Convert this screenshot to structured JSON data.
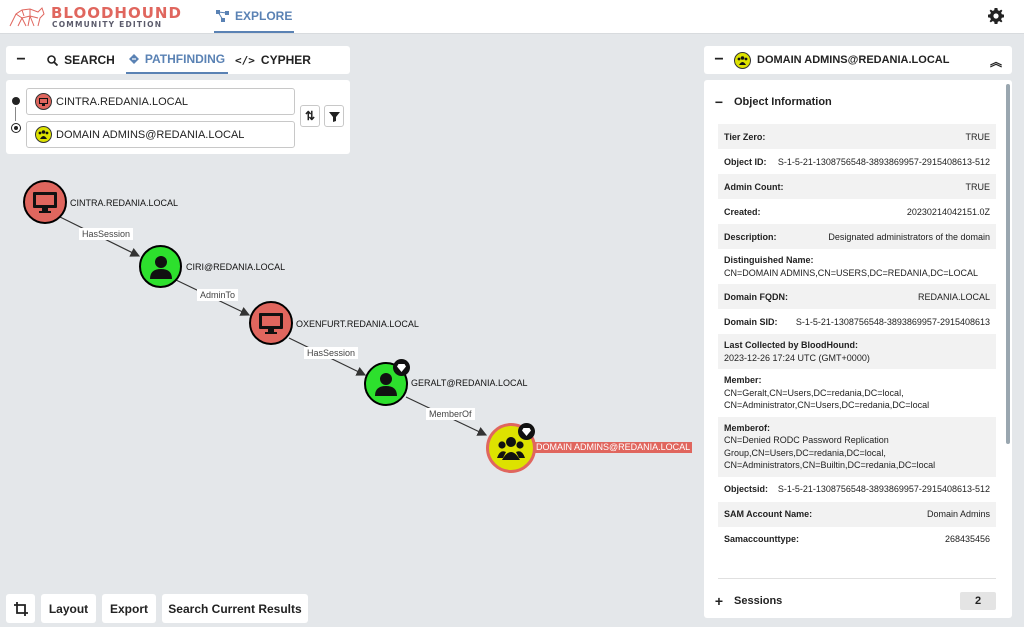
{
  "app": {
    "brand_line1": "BLOODHOUND",
    "brand_line2": "COMMUNITY EDITION",
    "nav_explore": "EXPLORE"
  },
  "colors": {
    "accent": "#5a82b4",
    "brand": "#e0665e",
    "computer": "#e0665e",
    "user": "#2de02d",
    "group": "#dde200"
  },
  "left_panel": {
    "tabs": [
      {
        "label": "SEARCH",
        "icon": "search-icon"
      },
      {
        "label": "PATHFINDING",
        "icon": "path-icon",
        "active": true
      },
      {
        "label": "CYPHER",
        "icon": "code-icon"
      }
    ],
    "start_node": "CINTRA.REDANIA.LOCAL",
    "end_node": "DOMAIN ADMINS@REDANIA.LOCAL"
  },
  "graph": {
    "nodes": [
      {
        "label": "CINTRA.REDANIA.LOCAL",
        "kind": "computer"
      },
      {
        "label": "CIRI@REDANIA.LOCAL",
        "kind": "user"
      },
      {
        "label": "OXENFURT.REDANIA.LOCAL",
        "kind": "computer"
      },
      {
        "label": "GERALT@REDANIA.LOCAL",
        "kind": "user",
        "tier_zero": true
      },
      {
        "label": "DOMAIN ADMINS@REDANIA.LOCAL",
        "kind": "group",
        "tier_zero": true,
        "selected": true
      }
    ],
    "edges": [
      "HasSession",
      "AdminTo",
      "HasSession",
      "MemberOf"
    ]
  },
  "bottom_buttons": {
    "layout": "Layout",
    "export": "Export",
    "search_results": "Search Current Results"
  },
  "details": {
    "title": "DOMAIN ADMINS@REDANIA.LOCAL",
    "section_title": "Object Information",
    "properties": {
      "tier_zero": {
        "k": "Tier Zero:",
        "v": "TRUE"
      },
      "object_id": {
        "k": "Object ID:",
        "v": "S-1-5-21-1308756548-3893869957-2915408613-512"
      },
      "admin_count": {
        "k": "Admin Count:",
        "v": "TRUE"
      },
      "created": {
        "k": "Created:",
        "v": "20230214042151.0Z"
      },
      "description": {
        "k": "Description:",
        "v": "Designated administrators of the domain"
      },
      "distinguished_name": {
        "k": "Distinguished Name:",
        "v": "CN=DOMAIN ADMINS,CN=USERS,DC=REDANIA,DC=LOCAL"
      },
      "domain_fqdn": {
        "k": "Domain FQDN:",
        "v": "REDANIA.LOCAL"
      },
      "domain_sid": {
        "k": "Domain SID:",
        "v": "S-1-5-21-1308756548-3893869957-2915408613"
      },
      "last_collected": {
        "k": "Last Collected by BloodHound:",
        "v": "2023-12-26 17:24 UTC (GMT+0000)"
      },
      "member": {
        "k": "Member:",
        "l1": "CN=Geralt,CN=Users,DC=redania,DC=local,",
        "l2": "CN=Administrator,CN=Users,DC=redania,DC=local"
      },
      "memberof": {
        "k": "Memberof:",
        "l1": "CN=Denied RODC Password Replication",
        "l2": "Group,CN=Users,DC=redania,DC=local,",
        "l3": "CN=Administrators,CN=Builtin,DC=redania,DC=local"
      },
      "objectsid": {
        "k": "Objectsid:",
        "v": "S-1-5-21-1308756548-3893869957-2915408613-512"
      },
      "sam_account_name": {
        "k": "SAM Account Name:",
        "v": "Domain Admins"
      },
      "samaccounttype": {
        "k": "Samaccounttype:",
        "v": "268435456"
      }
    },
    "sessions_label": "Sessions",
    "sessions_count": "2"
  }
}
